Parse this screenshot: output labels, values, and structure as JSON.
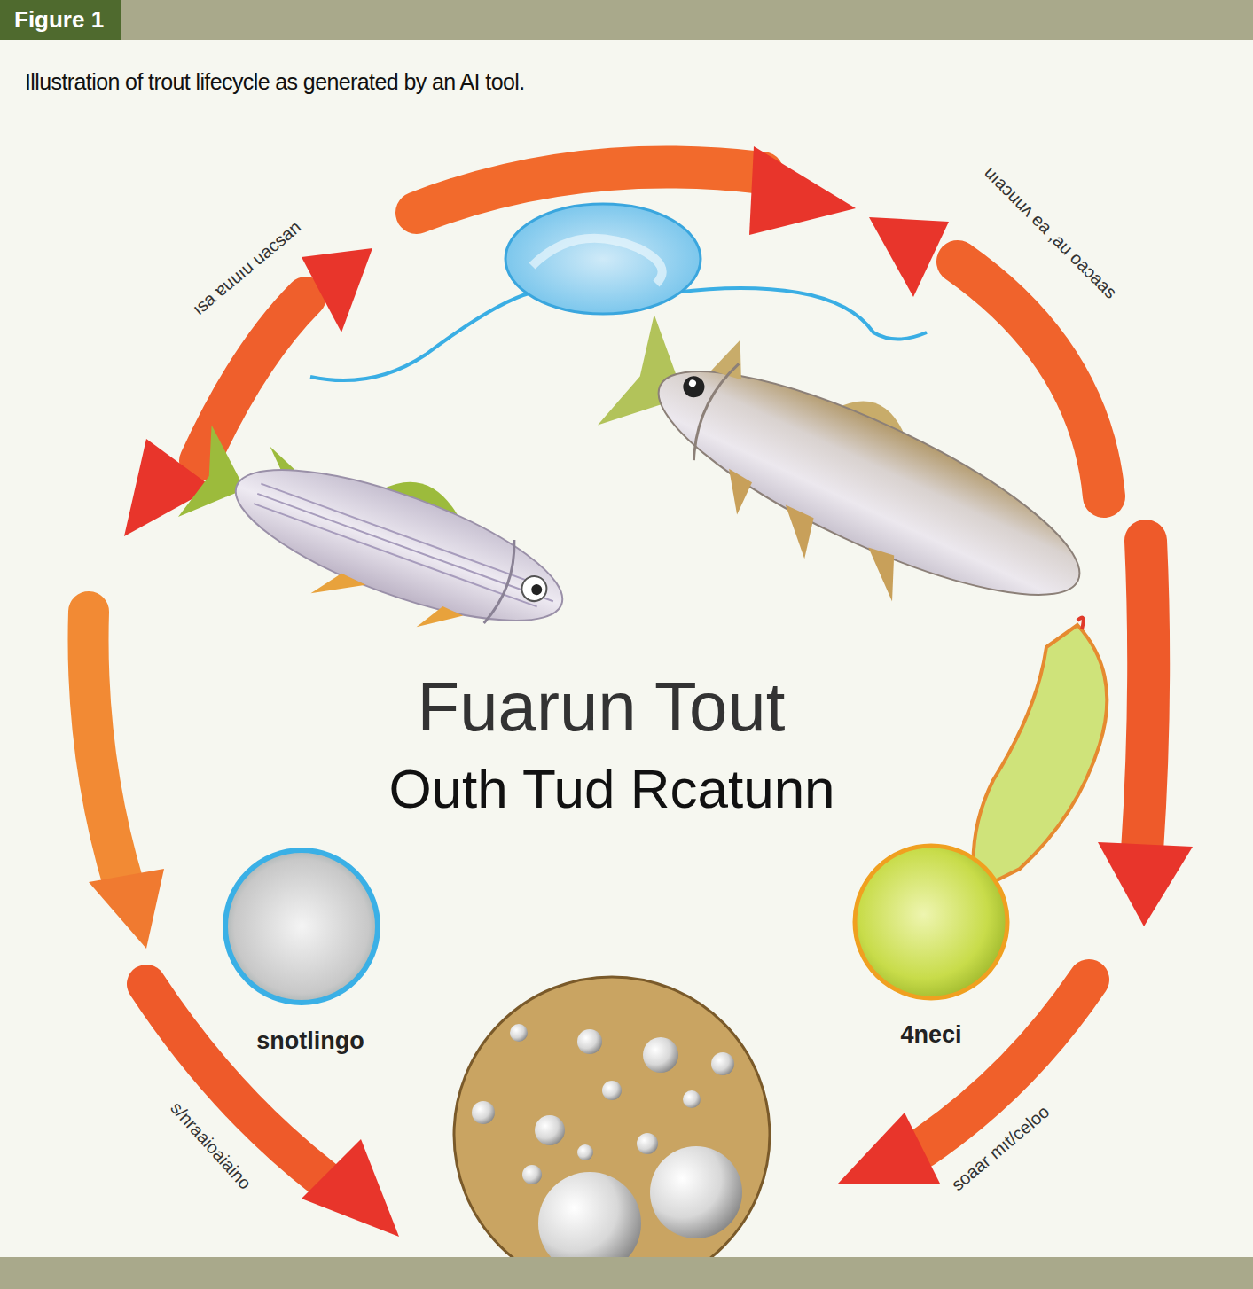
{
  "diagram": {
    "title": "Fuarun Tout",
    "caption": "Illustration of trout lifecycle as generated by an AI tool.",
    "labels": [
      "Figure 1",
      "Outh Tud Rcatunn",
      "ısa ɐuuıu uacsan",
      "uıaɔuuʌ ea ,au oaɔaas",
      "snotlingo",
      "4neci",
      "s/nraaioaiaino",
      "soaar mıt/celoo"
    ]
  }
}
